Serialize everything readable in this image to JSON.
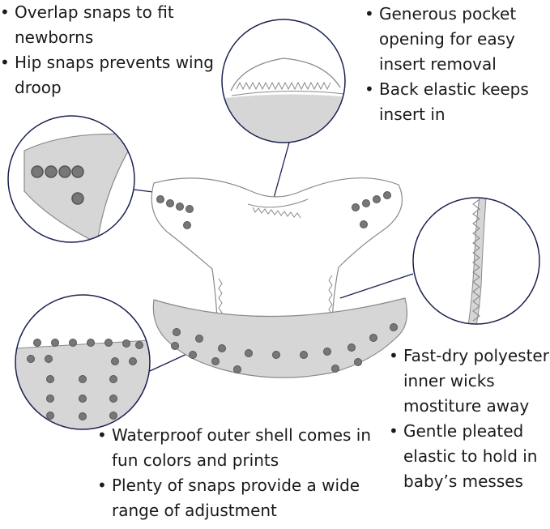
{
  "callouts": {
    "top_left": [
      "Overlap snaps to fit newborns",
      "Hip snaps prevents wing droop"
    ],
    "top_right": [
      "Generous pocket opening for easy insert removal",
      "Back elastic keeps insert in"
    ],
    "bottom_right": [
      "Fast-dry polyester inner wicks mostiture away",
      "Gentle pleated elastic to hold in baby’s messes"
    ],
    "bottom_middle": [
      "Waterproof outer shell comes in fun colors and prints",
      "Plenty of snaps provide a wide range of adjustment"
    ]
  },
  "colors": {
    "outline": "#1b2150",
    "fabric_grey": "#d6d6d6",
    "snap_fill": "#777777",
    "snap_ring": "#555555",
    "sketch_line": "#8a8a8a",
    "text": "#1a1a1a"
  }
}
